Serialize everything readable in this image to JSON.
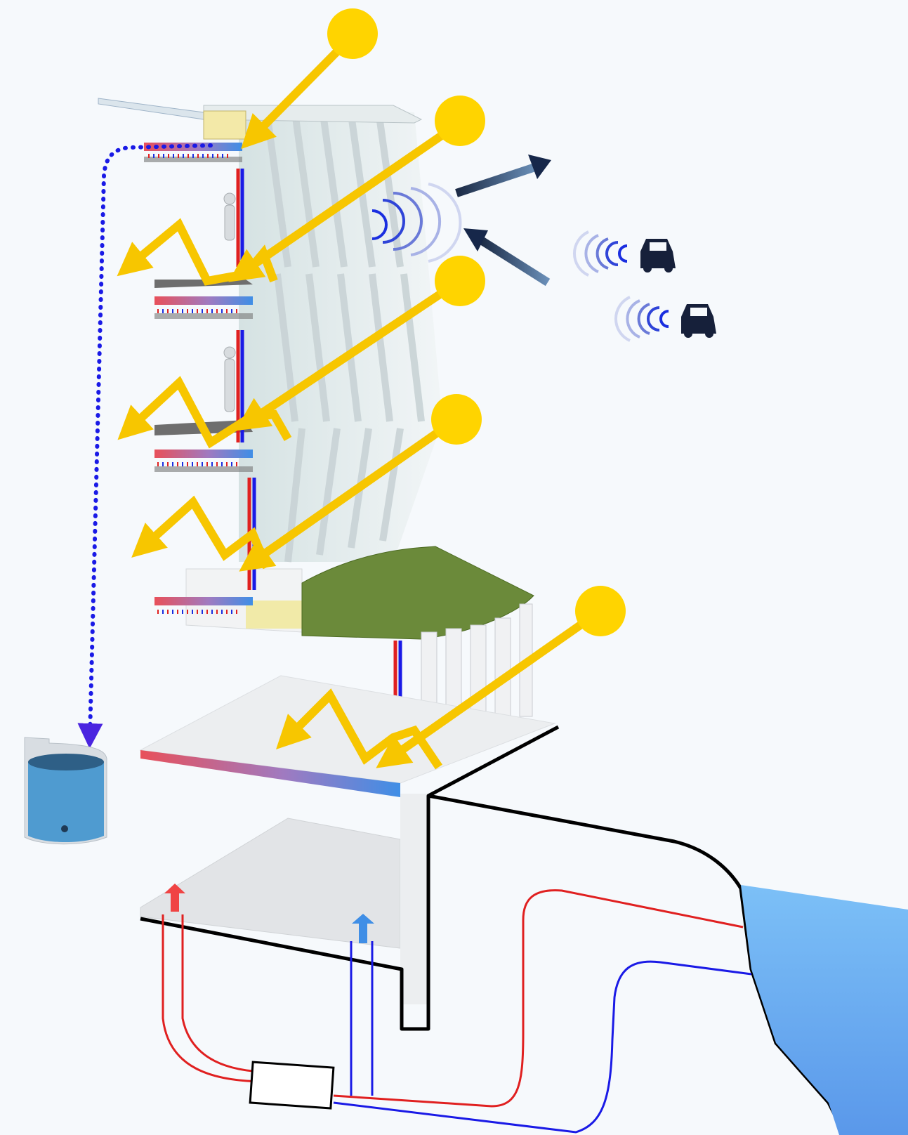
{
  "diagram": {
    "subject": "building-section-environmental-strategy",
    "floors": [
      "floor-4",
      "floor-3",
      "floor-2",
      "floor-1-green-roof",
      "ground-floor",
      "basement"
    ],
    "elements": [
      "sun-icon",
      "solar-ray-arrow",
      "reflected-ray-arrow",
      "radiant-slab-panel",
      "supply-return-riser",
      "rainwater-collection-line",
      "rainwater-tank",
      "noise-wave-icon",
      "car-icon",
      "airflow-arrow",
      "green-roof",
      "ground-line",
      "water-body",
      "heat-pump-unit",
      "ground-loop-pipe"
    ],
    "sun_count": 5,
    "car_count": 2,
    "colors": {
      "sun": "#ffd400",
      "ray": "#f7c600",
      "hot": "#e02020",
      "cold": "#1020d0",
      "rain": "#1a1ae6",
      "airflow": "#16274a",
      "noise": "#3a46c8",
      "water": "#7fbef5",
      "tank": "#4f9bd0",
      "green_roof": "#6b8a3a",
      "ground": "#000000",
      "glass": "#dfe9ea"
    }
  }
}
